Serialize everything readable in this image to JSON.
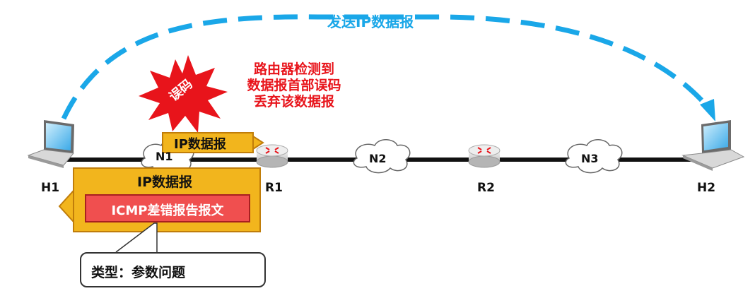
{
  "nodes": {
    "h1": "H1",
    "h2": "H2",
    "r1": "R1",
    "r2": "R2",
    "n1": "N1",
    "n2": "N2",
    "n3": "N3"
  },
  "send_label": "发送IP数据报",
  "error_burst": "误码",
  "router_note": [
    "路由器检测到",
    "数据报首部误码",
    "丢弃该数据报"
  ],
  "forward_packet": "IP数据报",
  "icmp_packet": {
    "outer": "IP数据报",
    "inner": "ICMP差错报告报文"
  },
  "callout": "类型：参数问题",
  "colors": {
    "dashed_arrow": "#1aa7e8",
    "packet_fill": "#f2b51d",
    "packet_border": "#c07d0a",
    "icmp_fill": "#f04f4f",
    "error_red": "#e8141b",
    "link": "#111111"
  }
}
